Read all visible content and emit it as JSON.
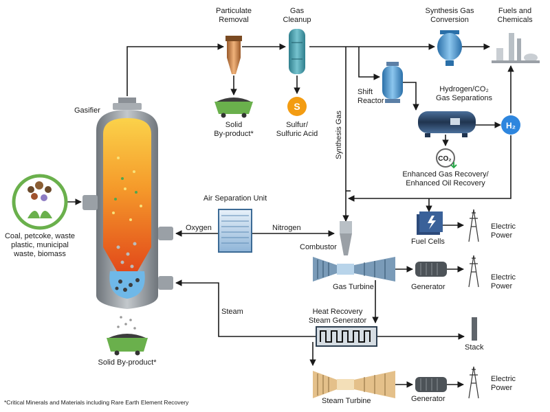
{
  "labels": {
    "particulate_removal": "Particulate\nRemoval",
    "gas_cleanup": "Gas\nCleanup",
    "synthesis_gas_conversion": "Synthesis Gas\nConversion",
    "fuels_and_chemicals": "Fuels and\nChemicals",
    "shift_reactor": "Shift\nReactor",
    "hydrogen_co2_separations": "Hydrogen/CO₂\nGas Separations",
    "synthesis_gas": "Synthesis Gas",
    "gasifier": "Gasifier",
    "solid_byproduct_top": "Solid\nBy-product*",
    "sulfur_acid": "Sulfur/\nSulfuric Acid",
    "enhanced_recovery": "Enhanced Gas Recovery/\nEnhanced Oil Recovery",
    "feedstock": "Coal, petcoke, waste\nplastic, municipal\nwaste, biomass",
    "air_separation_unit": "Air Separation Unit",
    "oxygen": "Oxygen",
    "nitrogen": "Nitrogen",
    "combustor": "Combustor",
    "fuel_cells": "Fuel Cells",
    "electric_power_1": "Electric\nPower",
    "gas_turbine": "Gas Turbine",
    "generator_1": "Generator",
    "electric_power_2": "Electric\nPower",
    "heat_recovery": "Heat Recovery\nSteam Generator",
    "steam": "Steam",
    "stack": "Stack",
    "solid_byproduct_bottom": "Solid By-product*",
    "steam_turbine": "Steam Turbine",
    "generator_2": "Generator",
    "electric_power_3": "Electric\nPower",
    "footnote": "*Critical Minerals and Materials including Rare Earth Element Recovery"
  },
  "icons": {
    "sulfur": "S",
    "h2": "H₂",
    "co2": "CO₂"
  },
  "colors": {
    "gasifier_shell": "#9aa0a6",
    "gasifier_hot": "#f5a623",
    "gasifier_core": "#e8501c",
    "cart": "#6ab04c",
    "h2": "#2e86de",
    "sulfur": "#f39c12",
    "pipe": "#1a1a1a"
  }
}
